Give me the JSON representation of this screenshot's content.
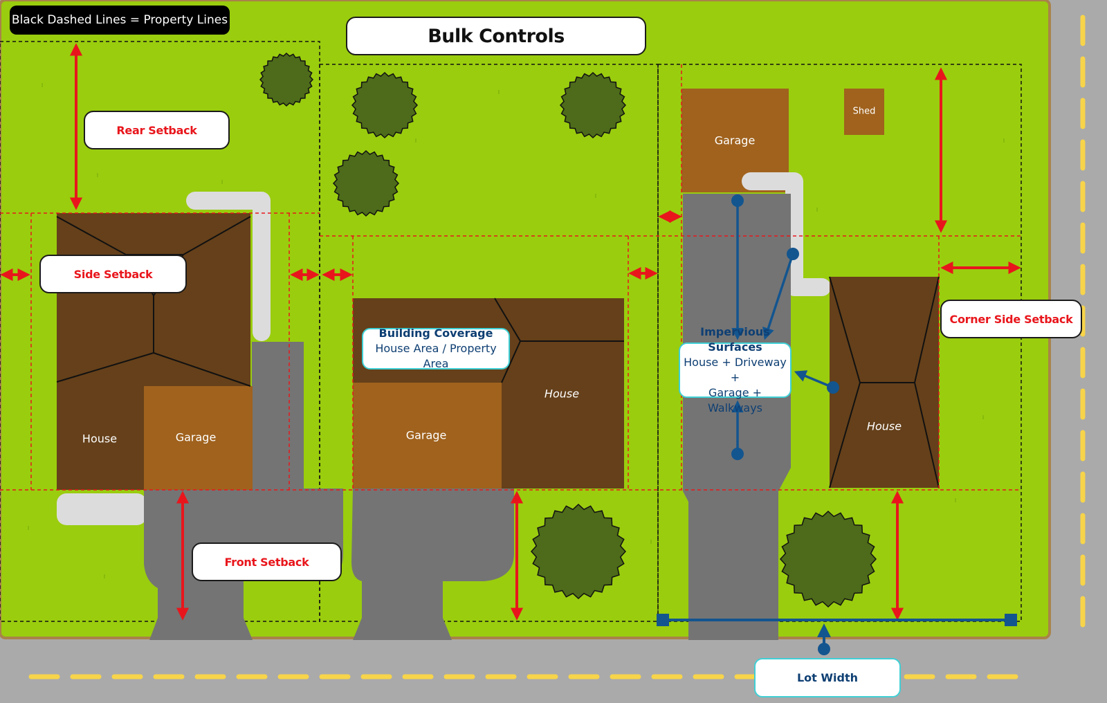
{
  "title": "Bulk Controls",
  "legend": "Black Dashed Lines = Property Lines",
  "labels": {
    "rear_setback": "Rear Setback",
    "side_setback": "Side Setback",
    "front_setback": "Front Setback",
    "corner_side_setback": "Corner Side Setback",
    "building_coverage_title": "Building Coverage",
    "building_coverage_formula": "House Area / Property Area",
    "impervious_title": "Impervious Surfaces",
    "impervious_line1": "House + Driveway +",
    "impervious_line2": "Garage + Walkways",
    "lot_width": "Lot Width"
  },
  "buildings": {
    "lot1_house": "House",
    "lot1_garage": "Garage",
    "lot2_house": "House",
    "lot2_garage": "Garage",
    "lot3_garage": "Garage",
    "lot3_shed": "Shed",
    "lot3_house": "House"
  },
  "colors": {
    "grass": "#9acd0e",
    "roof_dark": "#65401a",
    "garage": "#a0621d",
    "pavement": "#747474",
    "road": "#aaaaaa",
    "lane_marking": "#f7d44a",
    "walkway": "#dcdcdc",
    "tree": "#4d6b1a",
    "setback_line": "#e8161c",
    "arrow": "#e8161c",
    "measure": "#13558f"
  },
  "icons": [
    "tree-icon",
    "arrow-icon"
  ]
}
